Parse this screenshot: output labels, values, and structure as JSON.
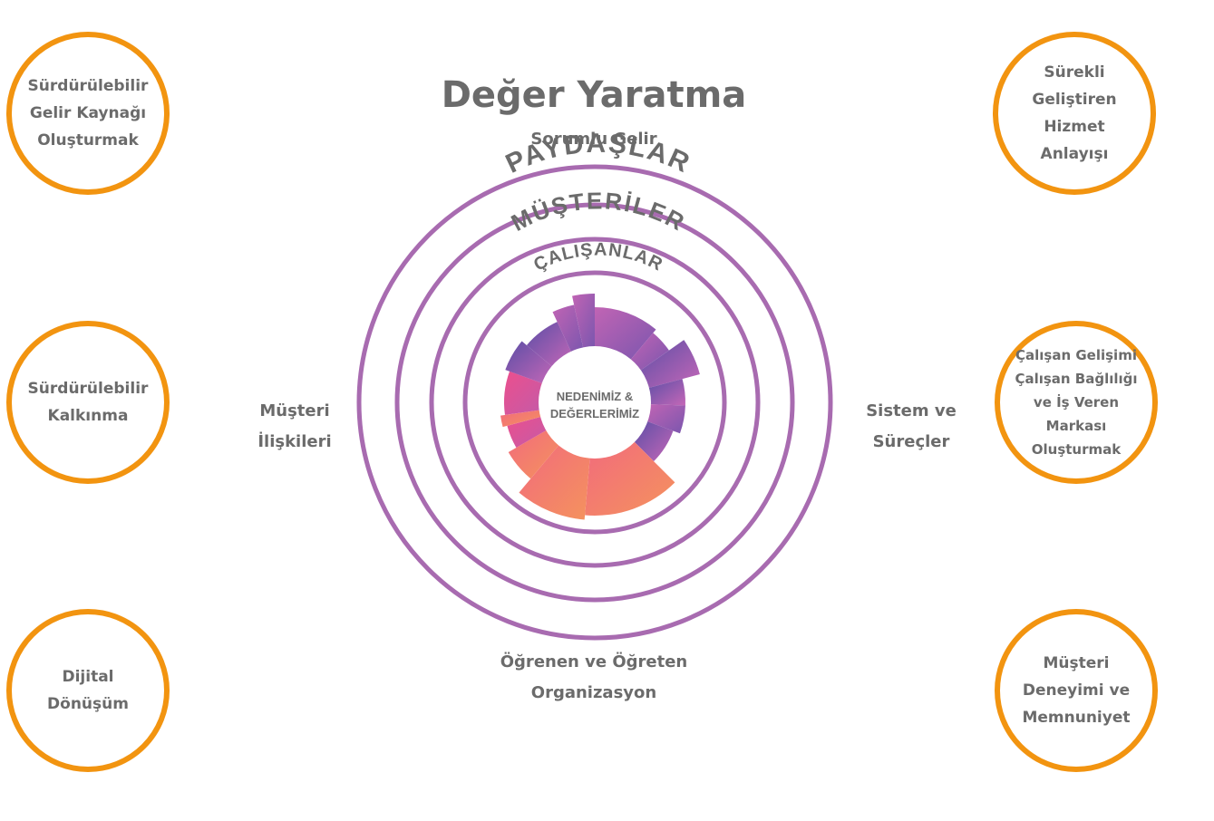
{
  "title": "Değer Yaratma",
  "subtitle": "Sorumlu Gelir",
  "ring_labels": {
    "outer": "PAYDAŞLAR",
    "middle": "MÜŞTERİLER",
    "inner": "ÇALIŞANLAR"
  },
  "center": {
    "line1": "NEDENİMİZ &",
    "line2": "DEĞERLERİMİZ"
  },
  "side_labels": {
    "left": "Müşteri\nİlişkileri",
    "right": "Sistem ve\nSüreçler",
    "bottom": "Öğrenen ve Öğreten\nOrganizasyon"
  },
  "goals": {
    "top_left": "Sürdürülebilir\nGelir Kaynağı\nOluşturmak",
    "mid_left": "Sürdürülebilir\nKalkınma",
    "bottom_left": "Dijital\nDönüşüm",
    "top_right": "Sürekli\nGeliştiren\nHizmet\nAnlayışı",
    "mid_right": "Çalışan Gelişimi\nÇalışan Bağlılığı\nve İş Veren\nMarkası\nOluşturmak",
    "bottom_right": "Müşteri\nDeneyimi ve\nMemnuniyet"
  },
  "colors": {
    "ring": "#a86bb0",
    "goal_border": "#f29410",
    "text": "#6b6b6b",
    "gradient": [
      "#c164b4",
      "#8057b0",
      "#5c4ea6",
      "#ec4f8d",
      "#f4935d"
    ]
  }
}
